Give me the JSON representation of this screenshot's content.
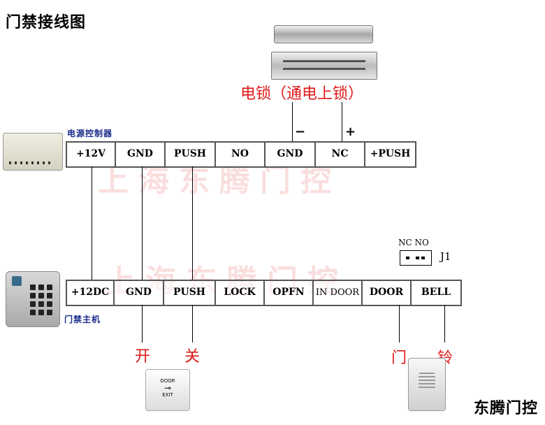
{
  "title": "门禁接线图",
  "brand": "东腾门控",
  "watermark": "上海东腾门控",
  "lock": {
    "label": "电锁（通电上锁）",
    "minus": "−",
    "plus": "+"
  },
  "power_controller": {
    "label": "电源控制器",
    "terminals": [
      "+12V",
      "GND",
      "PUSH",
      "NO",
      "GND",
      "NC",
      "+PUSH"
    ]
  },
  "access_controller": {
    "label": "门禁主机",
    "terminals": [
      "+12DC",
      "GND",
      "PUSH",
      "LOCK",
      "OPFN",
      "IN DOOR",
      "DOOR",
      "BELL"
    ]
  },
  "jumper": {
    "label": "J1",
    "pins_label": "NC NO"
  },
  "exit_button": {
    "label_chars": [
      "开",
      "关"
    ],
    "face_text": [
      "DOOR",
      "EXIT"
    ]
  },
  "door_label": "门",
  "bell_label": "铃"
}
